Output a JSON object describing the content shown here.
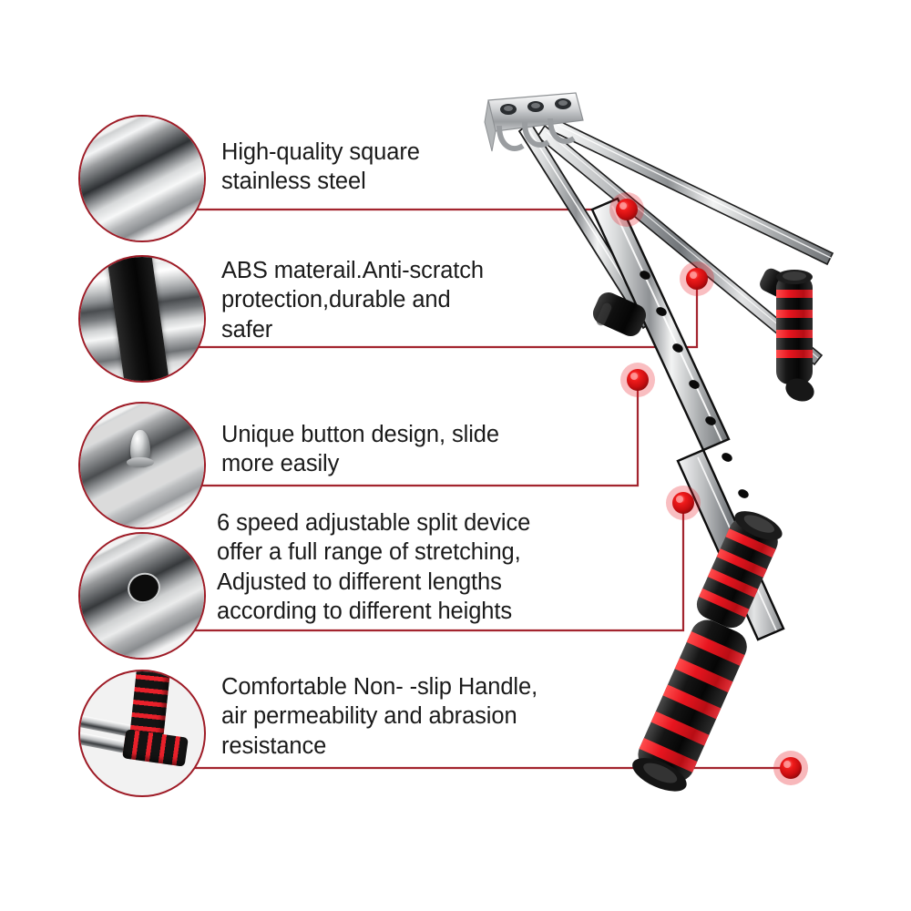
{
  "page": {
    "title": "Adjustable Split Device Feature Infographic",
    "background_color": "#ffffff",
    "accent_color": "#9e1b26",
    "leader_line_color": "#a3242e",
    "text_color": "#1a1a1a",
    "knob_color": "#e8151f"
  },
  "features": [
    {
      "id": "steel",
      "text": "High-quality square\nstainless steel",
      "thumbnail_name": "square-stainless-steel-closeup",
      "thumbnail_caption": "diagonal brushed square steel bar"
    },
    {
      "id": "abs",
      "text": "ABS materail.Anti-scratch\nprotection,durable and\nsafer",
      "thumbnail_name": "abs-collar-closeup",
      "thumbnail_caption": "black ABS collar on steel tube"
    },
    {
      "id": "button",
      "text": "Unique button design,  slide\nmore easily",
      "thumbnail_name": "spring-button-closeup",
      "thumbnail_caption": "chrome spring button on bar"
    },
    {
      "id": "speed",
      "text": "6 speed adjustable split device\noffer a full range of stretching,\nAdjusted to different lengths\naccording to different heights",
      "thumbnail_name": "adjustment-hole-closeup",
      "thumbnail_caption": "adjustment hole in steel tube"
    },
    {
      "id": "handle",
      "text": "Comfortable Non- -slip Handle,\nair permeability and abrasion\nresistance",
      "thumbnail_name": "foam-handle-closeup",
      "thumbnail_caption": "black and red striped foam handle"
    }
  ],
  "product": {
    "name": "adjustable-leg-stretcher-split-machine",
    "parts": [
      "mounting-bracket-plate",
      "upper-steel-arm",
      "lower-steel-arm",
      "telescoping-inner-bar",
      "red-locking-knob",
      "abs-black-collar",
      "foam-grip-handle",
      "end-cap"
    ],
    "red_knob_count": 5,
    "bracket_hole_count": 3
  }
}
